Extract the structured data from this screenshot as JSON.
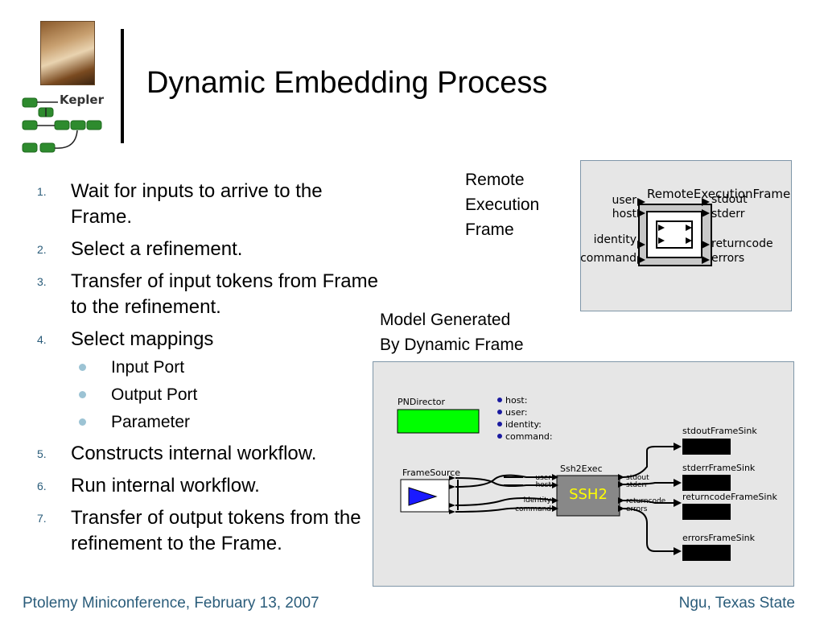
{
  "slide": {
    "title": "Dynamic Embedding Process",
    "logo_text": "Kepler"
  },
  "steps": [
    {
      "num": "1.",
      "text": "Wait for inputs to arrive to the Frame."
    },
    {
      "num": "2.",
      "text": "Select a refinement."
    },
    {
      "num": "3.",
      "text": "Transfer of input tokens from Frame to the refinement."
    },
    {
      "num": "4.",
      "text": "Select mappings",
      "subitems": [
        "Input Port",
        "Output Port",
        "Parameter"
      ]
    },
    {
      "num": "5.",
      "text": "Constructs internal workflow."
    },
    {
      "num": "6.",
      "text": "Run internal workflow."
    },
    {
      "num": "7.",
      "text": "Transfer of output tokens from the refinement to the Frame."
    }
  ],
  "remote": {
    "caption": [
      "Remote",
      "Execution",
      "Frame"
    ],
    "actor_name": "RemoteExecutionFrame",
    "inputs": [
      "user",
      "host",
      "identity",
      "command"
    ],
    "outputs": [
      "stdout",
      "stderr",
      "returncode",
      "errors"
    ]
  },
  "model": {
    "caption": [
      "Model Generated",
      "By Dynamic Frame"
    ],
    "director": "PNDirector",
    "parameters": [
      "host:",
      "user:",
      "identity:",
      "command:"
    ],
    "source": "FrameSource",
    "exec_name": "Ssh2Exec",
    "exec_label": "SSH2",
    "exec_inputs": [
      "user",
      "host",
      "identity",
      "command"
    ],
    "exec_outputs": [
      "stdout",
      "stderr",
      "returncode",
      "errors"
    ],
    "sinks": [
      "stdoutFrameSink",
      "stderrFrameSink",
      "returncodeFrameSink",
      "errorsFrameSink"
    ]
  },
  "footer": {
    "left": "Ptolemy Miniconference, February 13, 2007",
    "right": "Ngu, Texas State"
  },
  "colors": {
    "accent": "#2a5c7a",
    "director": "#00ff00",
    "exec_text": "#ffff00",
    "logo_green": "#2e8b2e"
  }
}
